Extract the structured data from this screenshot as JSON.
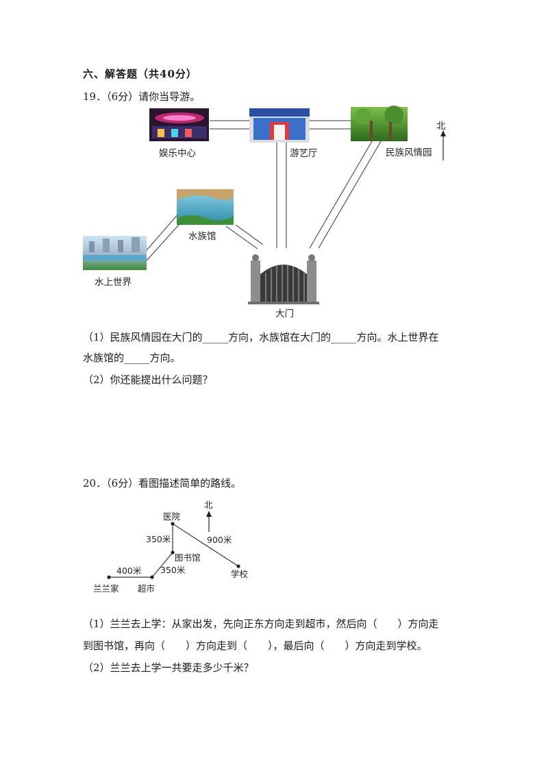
{
  "section": {
    "title": "六、解答题（共40分）"
  },
  "q19": {
    "title": "19．（6分）请你当导游。",
    "map": {
      "north": "北",
      "places": {
        "entertainment": "娱乐中心",
        "arcade": "游艺厅",
        "folk_park": "民族风情园",
        "aquarium": "水族馆",
        "water_world": "水上世界",
        "gate": "大门"
      }
    },
    "sub1_line1": "（1）民族风情园在大门的_____方向，水族馆在大门的_____方向。水上世界在",
    "sub1_line2": "水族馆的_____方向。",
    "sub2": "（2）你还能提出什么问题？"
  },
  "q20": {
    "title": "20．（6分）看图描述简单的路线。",
    "map": {
      "north": "北",
      "hospital": "医院",
      "library": "图书馆",
      "school": "学校",
      "supermarket": "超市",
      "home": "兰兰家",
      "dist_home_market": "400米",
      "dist_market_library": "350米",
      "dist_library_hospital": "350米",
      "dist_hospital_school": "900米"
    },
    "sub1_line1": "（1）兰兰去上学：从家出发，先向正东方向走到超市，然后向（　　）方向走",
    "sub1_line2": "到图书馆，再向（　　）方向走到（　　），最后向（　　）方向走到学校。",
    "sub2": "（2）兰兰去上学一共要走多少千米？"
  }
}
